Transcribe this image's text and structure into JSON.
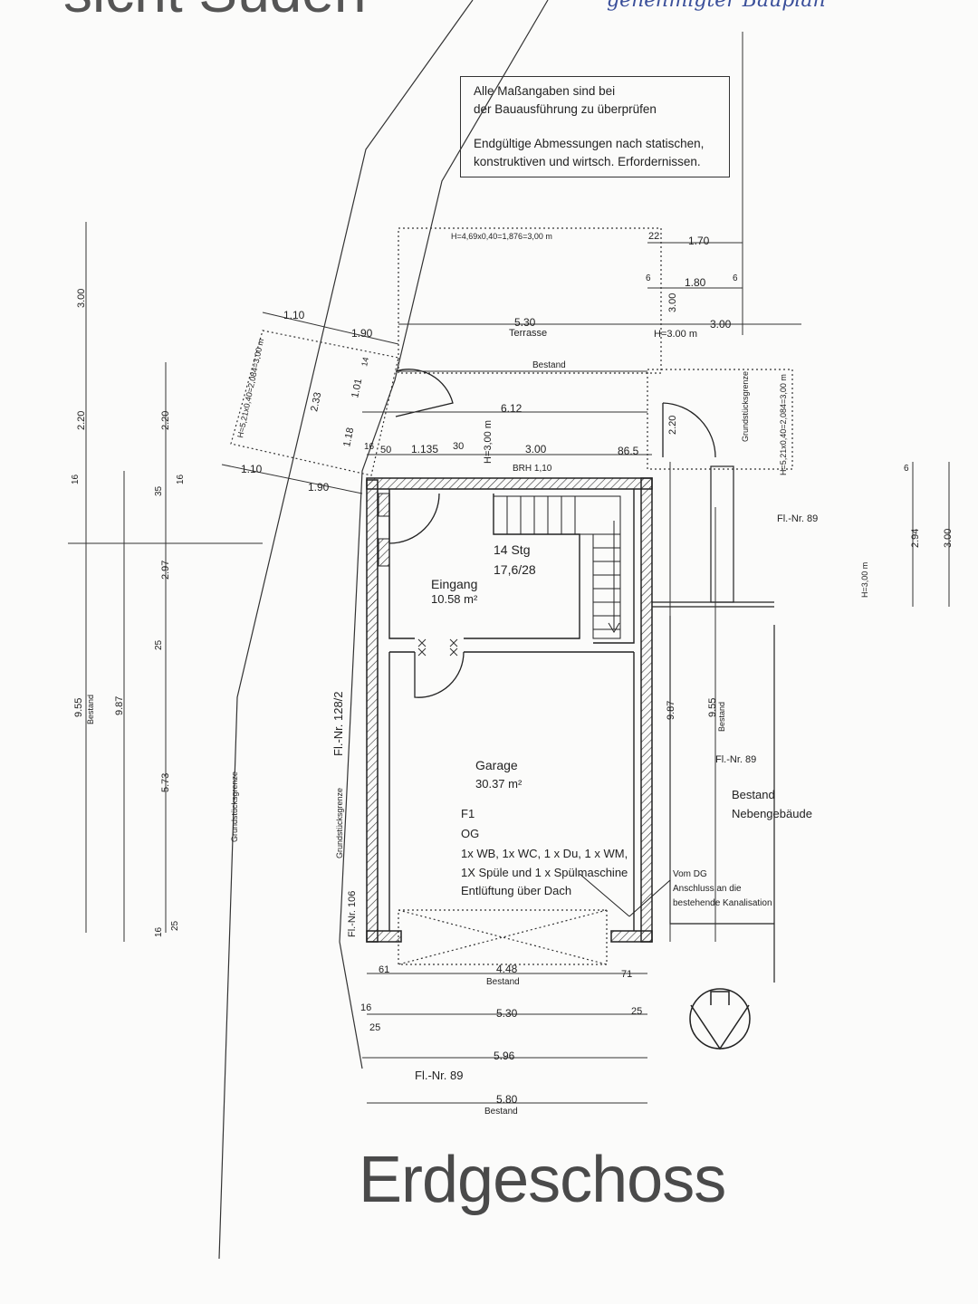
{
  "header": {
    "title_fragment": "sicht Süden",
    "handwritten_note": "genehmigter Bauplan"
  },
  "notes": {
    "line1": "Alle Maßangaben sind bei",
    "line2": "der Bauausführung zu überprüfen",
    "line3": "Endgültige Abmessungen nach statischen,",
    "line4": "konstruktiven und wirtsch. Erfordernissen."
  },
  "rooms": {
    "terrace": "Terrasse",
    "stairs_count": "14 Stg",
    "stairs_ratio": "17,6/28",
    "entrance": "Eingang",
    "entrance_area": "10.58 m²",
    "garage": "Garage",
    "garage_area": "30.37 m²",
    "f1": "F1",
    "og": "OG",
    "fixtures1": "1x WB, 1x WC, 1 x Du, 1 x WM,",
    "fixtures2": "1X Spüle und 1 x Spülmaschine",
    "fixtures3": "Entlüftung über Dach",
    "drain1": "Vom DG",
    "drain2": "Anschluss an die",
    "drain3": "bestehende Kanalisation",
    "existing": "Bestand",
    "outbuilding": "Nebengebäude"
  },
  "parcels": {
    "fl_89": "Fl.-Nr. 89",
    "fl_89b": "Fl.-Nr. 89",
    "fl_89c": "Fl.-Nr. 89",
    "fl_128_2": "Fl.-Nr. 128/2",
    "fl_106": "Fl.-Nr. 106",
    "boundary": "Grundstücksgrenze"
  },
  "dimensions": {
    "h_top": "H=4,69x0,40=1,876=3,00 m",
    "d_22": "22",
    "d_170": "1.70",
    "d_180": "1.80",
    "d_6a": "6",
    "d_6b": "6",
    "d_300v": "3.00",
    "d_110a": "1.10",
    "d_190a": "1.90",
    "d_530a": "5.30",
    "d_300h": "3.00",
    "h_300": "H=3.00 m",
    "d_bestand_top": "Bestand",
    "h_left": "H=5,21x0,40=2,084=3,00 m",
    "d_233": "2.33",
    "d_101": "1.01",
    "d_14": "14",
    "d_612": "6.12",
    "d_220r": "2.20",
    "d_118": "1.18",
    "d_16": "16",
    "d_50": "50",
    "d_1135": "1.135",
    "d_30": "30",
    "d_300c": "3.00",
    "d_865": "86.5",
    "h_300c": "H=3,00 m",
    "brh": "BRH 1,10",
    "d_110b": "1.10",
    "d_190b": "1.90",
    "h_right": "H=5,21x0,40=2,084=3,00 m",
    "d_6c": "6",
    "d_294": "2.94",
    "d_300r": "3.00",
    "h_300r": "H=3,00 m",
    "l_300": "3.00",
    "l_220": "2.20",
    "l_220b": "2.20",
    "l_16": "16",
    "l_35": "35",
    "l_16b": "16",
    "l_297": "2.97",
    "l_25": "25",
    "l_955": "9.55",
    "l_bestand": "Bestand",
    "l_987": "9.87",
    "l_573": "5.73",
    "l_16c": "16",
    "l_25b": "25",
    "r_987": "9.87",
    "r_955": "9.55",
    "r_bestand": "Bestand",
    "b_61": "61",
    "b_448": "4.48",
    "b_bestand": "Bestand",
    "b_71": "71",
    "b_16": "16",
    "b_530": "5.30",
    "b_25a": "25",
    "b_25b": "25",
    "b_596": "5.96",
    "b_580": "5.80",
    "b_bestand2": "Bestand"
  },
  "footer": {
    "title": "Erdgeschoss"
  }
}
